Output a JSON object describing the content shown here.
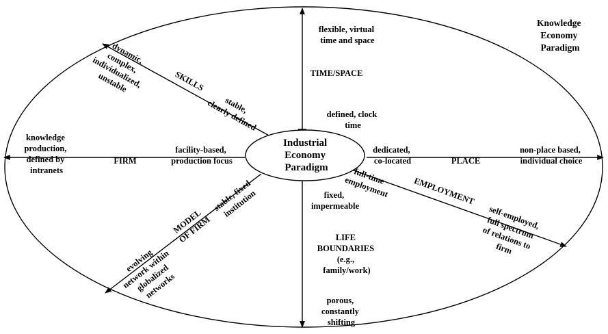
{
  "diagram": {
    "outer_label": [
      "Knowledge",
      "Economy",
      "Paradigm"
    ],
    "center_label": [
      "Industrial",
      "Economy",
      "Paradigm"
    ],
    "time_space": {
      "axis_label": "TIME/SPACE",
      "inner": [
        "defined, clock",
        "time"
      ],
      "outer": [
        "flexible, virtual",
        "time and space"
      ]
    },
    "place": {
      "axis_label": "PLACE",
      "inner": [
        "dedicated,",
        "co-located"
      ],
      "outer": [
        "non-place based,",
        "individual choice"
      ]
    },
    "firm": {
      "axis_label": "FIRM",
      "inner": [
        "facility-based,",
        "production focus"
      ],
      "outer": [
        "knowledge",
        "production,",
        "defined by",
        "intranets"
      ]
    },
    "life_boundaries": {
      "axis_label": [
        "LIFE",
        "BOUNDARIES",
        "(e.g.,",
        "family/work)"
      ],
      "inner": [
        "fixed,",
        "impermeable"
      ],
      "outer": [
        "porous,",
        "constantly",
        "shifting"
      ]
    },
    "skills": {
      "axis_label": "SKILLS",
      "inner": [
        "stable,",
        "clearly defined"
      ],
      "outer": [
        "dynamic,",
        "complex,",
        "individualized,",
        "unstable"
      ]
    },
    "employment": {
      "axis_label": "EMPLOYMENT",
      "inner": [
        "full-time",
        "employment"
      ],
      "outer": [
        "self-employed,",
        "full spectrum",
        "of relations to",
        "firm"
      ]
    },
    "model_of_firm": {
      "axis_label": [
        "MODEL",
        "OF FIRM"
      ],
      "inner": [
        "stable, fixed",
        "institution"
      ],
      "outer": [
        "evolving",
        "network within",
        "globalized",
        "networks"
      ]
    }
  }
}
